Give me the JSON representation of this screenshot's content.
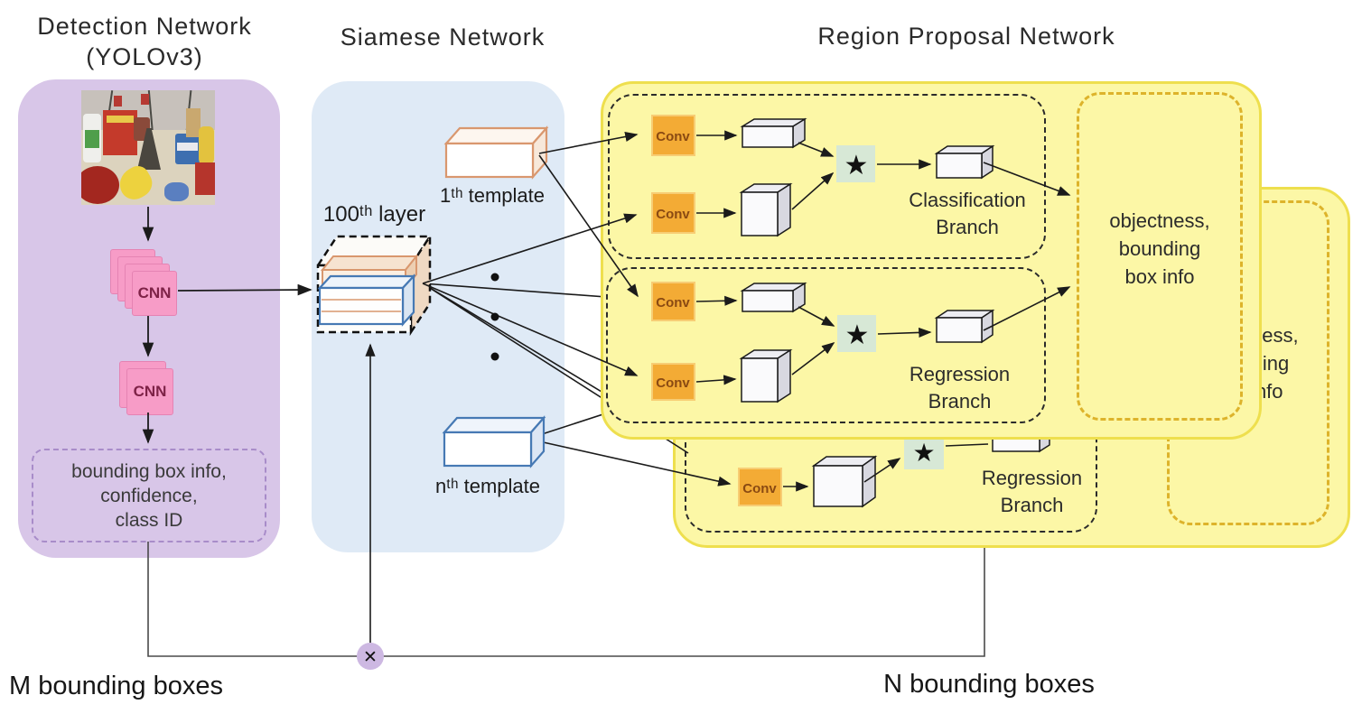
{
  "titles": {
    "detection_line1": "Detection Network",
    "detection_line2": "(YOLOv3)",
    "siamese": "Siamese Network",
    "rpn": "Region Proposal Network"
  },
  "detection": {
    "cnn1": "CNN",
    "cnn2": "CNN",
    "output_line1": "bounding box info,",
    "output_line2": "confidence,",
    "output_line3": "class ID"
  },
  "siamese": {
    "layer_label": "100ᵗʰ layer",
    "template1_label": "1ᵗʰ template",
    "templateN_label": "nᵗʰ template"
  },
  "rpn": {
    "conv_label": "Conv",
    "star_icon": "★",
    "classification_line1": "Classification",
    "classification_line2": "Branch",
    "regression_line1": "Regression",
    "regression_line2": "Branch",
    "output_line1": "objectness,",
    "output_line2": "bounding",
    "output_line3": "box info"
  },
  "footer": {
    "m_label": "M bounding boxes",
    "n_label": "N bounding boxes",
    "multiply_icon": "✕"
  },
  "colors": {
    "purple_panel": "#d8c6e8",
    "blue_panel": "#dfeaf6",
    "yellow_panel": "#fcf7a6",
    "yellow_border": "#eedf4e",
    "conv_fill": "#f3ab35",
    "star_fill": "#d7e8d6",
    "cnn_pink": "#f79cc7",
    "template_orange": "#d9976e",
    "template_blue": "#4679b4",
    "multiply_circle": "#cdb8e2"
  }
}
